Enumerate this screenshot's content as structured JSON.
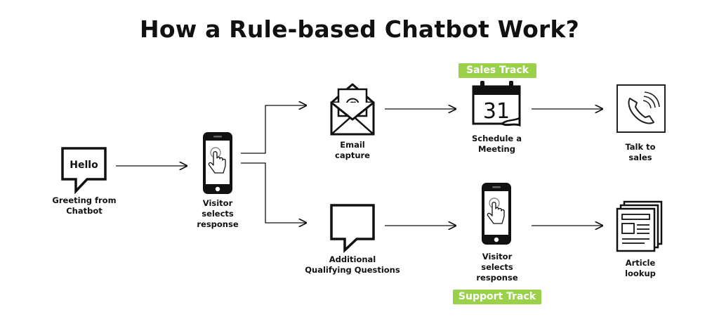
{
  "title": "How a Rule-based Chatbot Work?",
  "nodes": {
    "greeting": {
      "label": "Greeting from\nChatbot",
      "bubble_text": "Hello"
    },
    "visitor_selects_1": {
      "label": "Visitor\nselects\nresponse"
    },
    "email_capture": {
      "label": "Email\ncapture",
      "icon_text": "@"
    },
    "schedule_meeting": {
      "label": "Schedule a\nMeeting",
      "calendar_day": "31"
    },
    "talk_to_sales": {
      "label": "Talk to\nsales"
    },
    "additional_questions": {
      "label": "Additional\nQualifying Questions"
    },
    "visitor_selects_2": {
      "label": "Visitor\nselects\nresponse"
    },
    "article_lookup": {
      "label": "Article\nlookup"
    }
  },
  "tracks": {
    "sales": "Sales Track",
    "support": "Support Track"
  },
  "colors": {
    "track_green": "#9bd14a",
    "line": "#111111"
  }
}
